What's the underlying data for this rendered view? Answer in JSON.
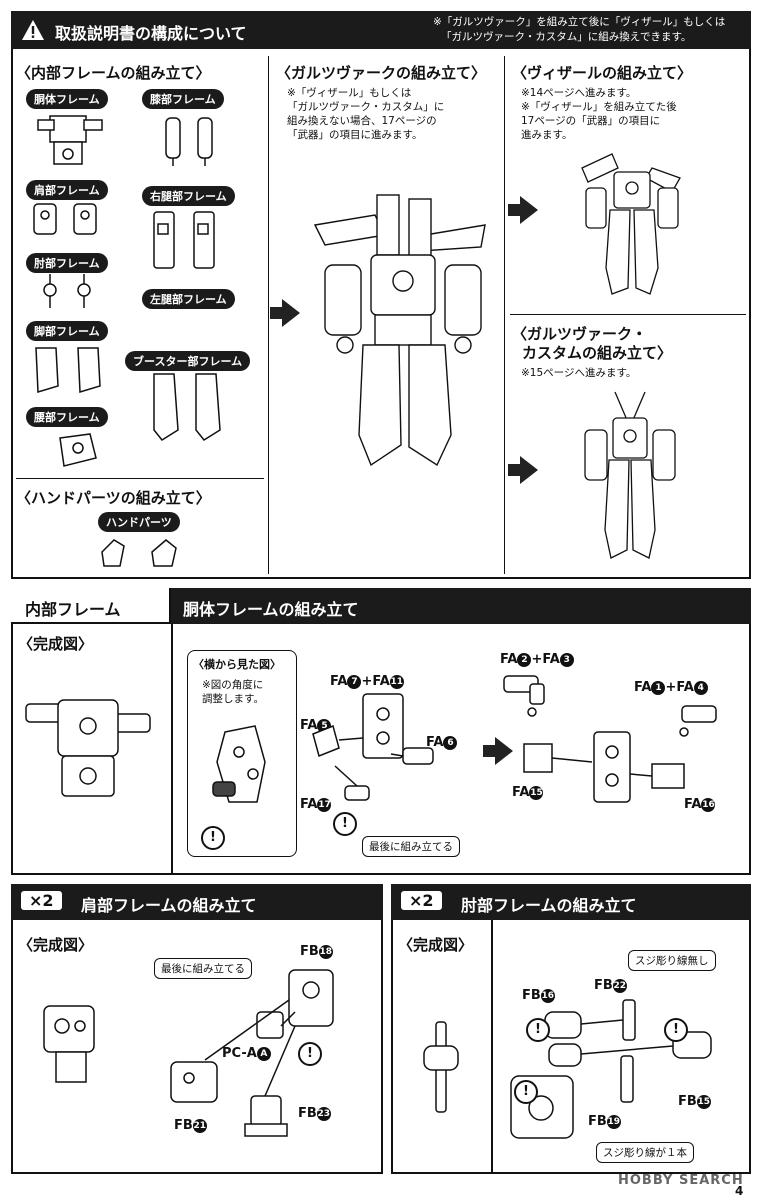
{
  "top": {
    "title": "取扱説明書の構成について",
    "note_line1": "※「ガルツヴァーク」を組み立て後に「ヴィザール」もしくは",
    "note_line2": "「ガルツヴァーク・カスタム」に組み換えできます。",
    "inner_frame": {
      "heading": "〈内部フレームの組み立て〉",
      "labels": {
        "torso": "胴体フレーム",
        "knee": "膝部フレーム",
        "shoulder": "肩部フレーム",
        "right_thigh": "右腿部フレーム",
        "elbow": "肘部フレーム",
        "left_thigh": "左腿部フレーム",
        "leg": "脚部フレーム",
        "booster": "ブースター部フレーム",
        "waist": "腰部フレーム"
      }
    },
    "hand": {
      "heading": "〈ハンドパーツの組み立て〉",
      "label": "ハンドパーツ"
    },
    "garzwerk": {
      "heading": "〈ガルツヴァークの組み立て〉",
      "note": "※「ヴィザール」もしくは\n「ガルツヴァーク・カスタム」に\n組み換えない場合、17ページの\n「武器」の項目に進みます。"
    },
    "vizar": {
      "heading": "〈ヴィザールの組み立て〉",
      "note": "※14ページへ進みます。\n※「ヴィザール」を組み立てた後\n17ページの「武器」の項目に\n進みます。"
    },
    "custom": {
      "heading1": "〈ガルツヴァーク・",
      "heading2": "カスタムの組み立て〉",
      "note": "※15ページへ進みます。"
    }
  },
  "torso_section": {
    "left_title": "内部フレーム",
    "title": "胴体フレームの組み立て",
    "completed": "〈完成図〉",
    "side_view": "〈横から見た図〉",
    "side_note": "※図の角度に\n調整します。",
    "last_assemble": "最後に組み立てる",
    "parts": {
      "fa7": "FA",
      "fa7n": "7",
      "fa11": "+FA",
      "fa11n": "11",
      "fa5": "FA",
      "fa5n": "5",
      "fa6": "FA",
      "fa6n": "6",
      "fa17": "FA",
      "fa17n": "17",
      "fa2": "FA",
      "fa2n": "2",
      "fa3": "+FA",
      "fa3n": "3",
      "fa1": "FA",
      "fa1n": "1",
      "fa4": "+FA",
      "fa4n": "4",
      "fa15": "FA",
      "fa15n": "15",
      "fa16": "FA",
      "fa16n": "16"
    }
  },
  "shoulder_section": {
    "count": "×2",
    "title": "肩部フレームの組み立て",
    "completed": "〈完成図〉",
    "last_assemble": "最後に組み立てる",
    "fb18": "FB",
    "fb18n": "18",
    "pca": "PC-A",
    "pcan": "A",
    "fb21": "FB",
    "fb21n": "21",
    "fb23": "FB",
    "fb23n": "23"
  },
  "elbow_section": {
    "count": "×2",
    "title": "肘部フレームの組み立て",
    "completed": "〈完成図〉",
    "no_line": "スジ彫り線無し",
    "one_line": "スジ彫り線が１本",
    "fb22": "FB",
    "fb22n": "22",
    "fb16": "FB",
    "fb16n": "16",
    "fb15": "FB",
    "fb15n": "15",
    "fb19": "FB",
    "fb19n": "19"
  },
  "footer": {
    "watermark": "HOBBY SEARCH",
    "page": "4"
  },
  "colors": {
    "header_bg": "#1b1b1b",
    "line": "#111111"
  }
}
